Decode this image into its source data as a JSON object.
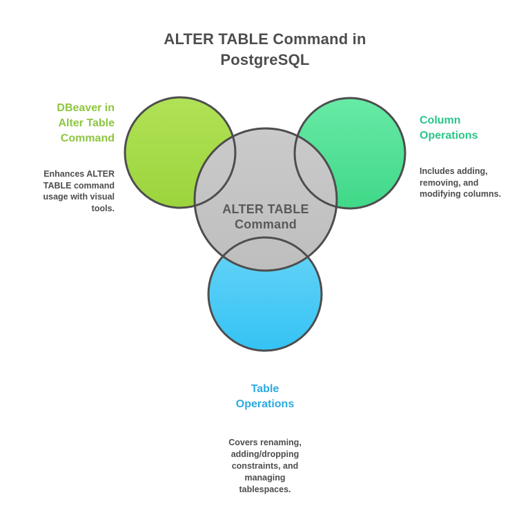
{
  "title": "ALTER TABLE Command in\nPostgreSQL",
  "center": {
    "label": "ALTER TABLE\nCommand"
  },
  "nodes": [
    {
      "id": "dbeaver",
      "heading": "DBeaver in\nAlter Table\nCommand",
      "description": "Enhances ALTER\nTABLE command\nusage with visual\ntools.",
      "heading_color": "#8DC63F",
      "position": "left"
    },
    {
      "id": "column-operations",
      "heading": "Column\nOperations",
      "description": "Includes adding,\nremoving, and\nmodifying columns.",
      "heading_color": "#2BC48A",
      "position": "right"
    },
    {
      "id": "table-operations",
      "heading": "Table\nOperations",
      "description": "Covers renaming,\nadding/dropping\nconstraints, and\nmanaging\ntablespaces.",
      "heading_color": "#29ABE2",
      "position": "bottom"
    }
  ],
  "colors": {
    "outline": "#4D4D4D",
    "title_text": "#4D4D4D",
    "description_text": "#4D4D4D",
    "center_text": "#58595B",
    "lime_top": "#B0E256",
    "lime_bottom": "#9CD43C",
    "green_top": "#68EAA6",
    "green_bottom": "#40D888",
    "blue_top": "#69D4F7",
    "blue_bottom": "#34C3F4",
    "gray_top": "#CACACA",
    "gray_bottom": "#BEBEBE"
  }
}
